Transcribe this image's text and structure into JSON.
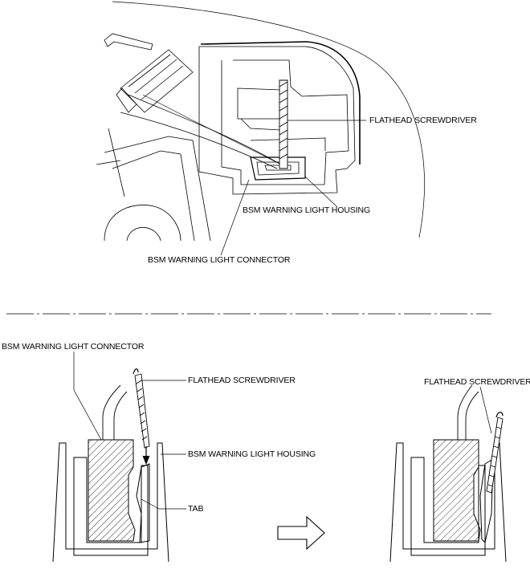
{
  "top_view": {
    "labels": {
      "flathead_screwdriver": "FLATHEAD SCREWDRIVER",
      "bsm_warning_light_housing": "BSM WARNING LIGHT HOUSING",
      "bsm_warning_light_connector": "BSM WARNING LIGHT CONNECTOR"
    }
  },
  "detail_before": {
    "labels": {
      "bsm_warning_light_connector": "BSM WARNING LIGHT CONNECTOR",
      "flathead_screwdriver": "FLATHEAD SCREWDRIVER",
      "bsm_warning_light_housing": "BSM WARNING LIGHT HOUSING",
      "tab": "TAB"
    }
  },
  "detail_after": {
    "labels": {
      "flathead_screwdriver": "FLATHEAD SCREWDRIVER"
    }
  },
  "icons": {
    "transition_arrow": "right-arrow-icon"
  }
}
